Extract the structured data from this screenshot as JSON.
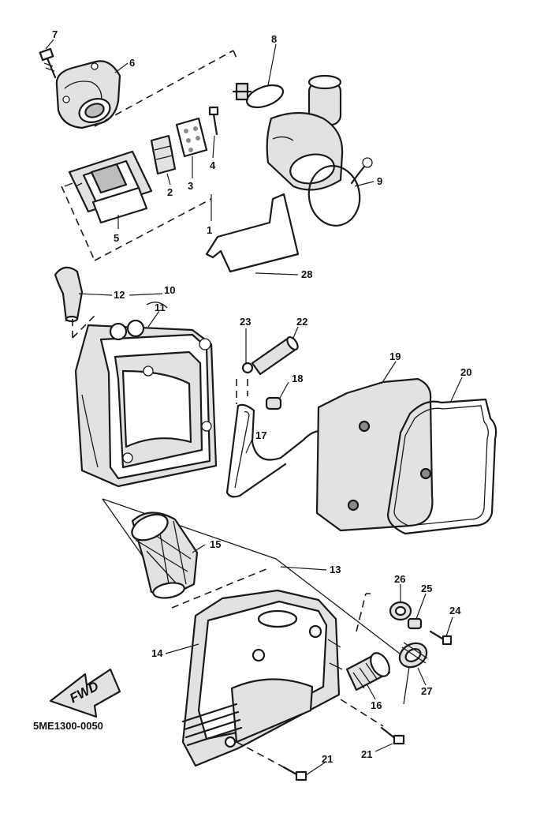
{
  "diagram_code": "5ME1300-0050",
  "direction_label": "FWD",
  "callouts": {
    "p1": "1",
    "p2": "2",
    "p3": "3",
    "p4": "4",
    "p5": "5",
    "p6": "6",
    "p7": "7",
    "p8": "8",
    "p9": "9",
    "p10": "10",
    "p11": "11",
    "p12": "12",
    "p13": "13",
    "p14": "14",
    "p15": "15",
    "p16": "16",
    "p17": "17",
    "p18": "18",
    "p19": "19",
    "p20": "20",
    "p21a": "21",
    "p21b": "21",
    "p22": "22",
    "p23": "23",
    "p24": "24",
    "p25": "25",
    "p26": "26",
    "p27": "27",
    "p28": "28"
  }
}
